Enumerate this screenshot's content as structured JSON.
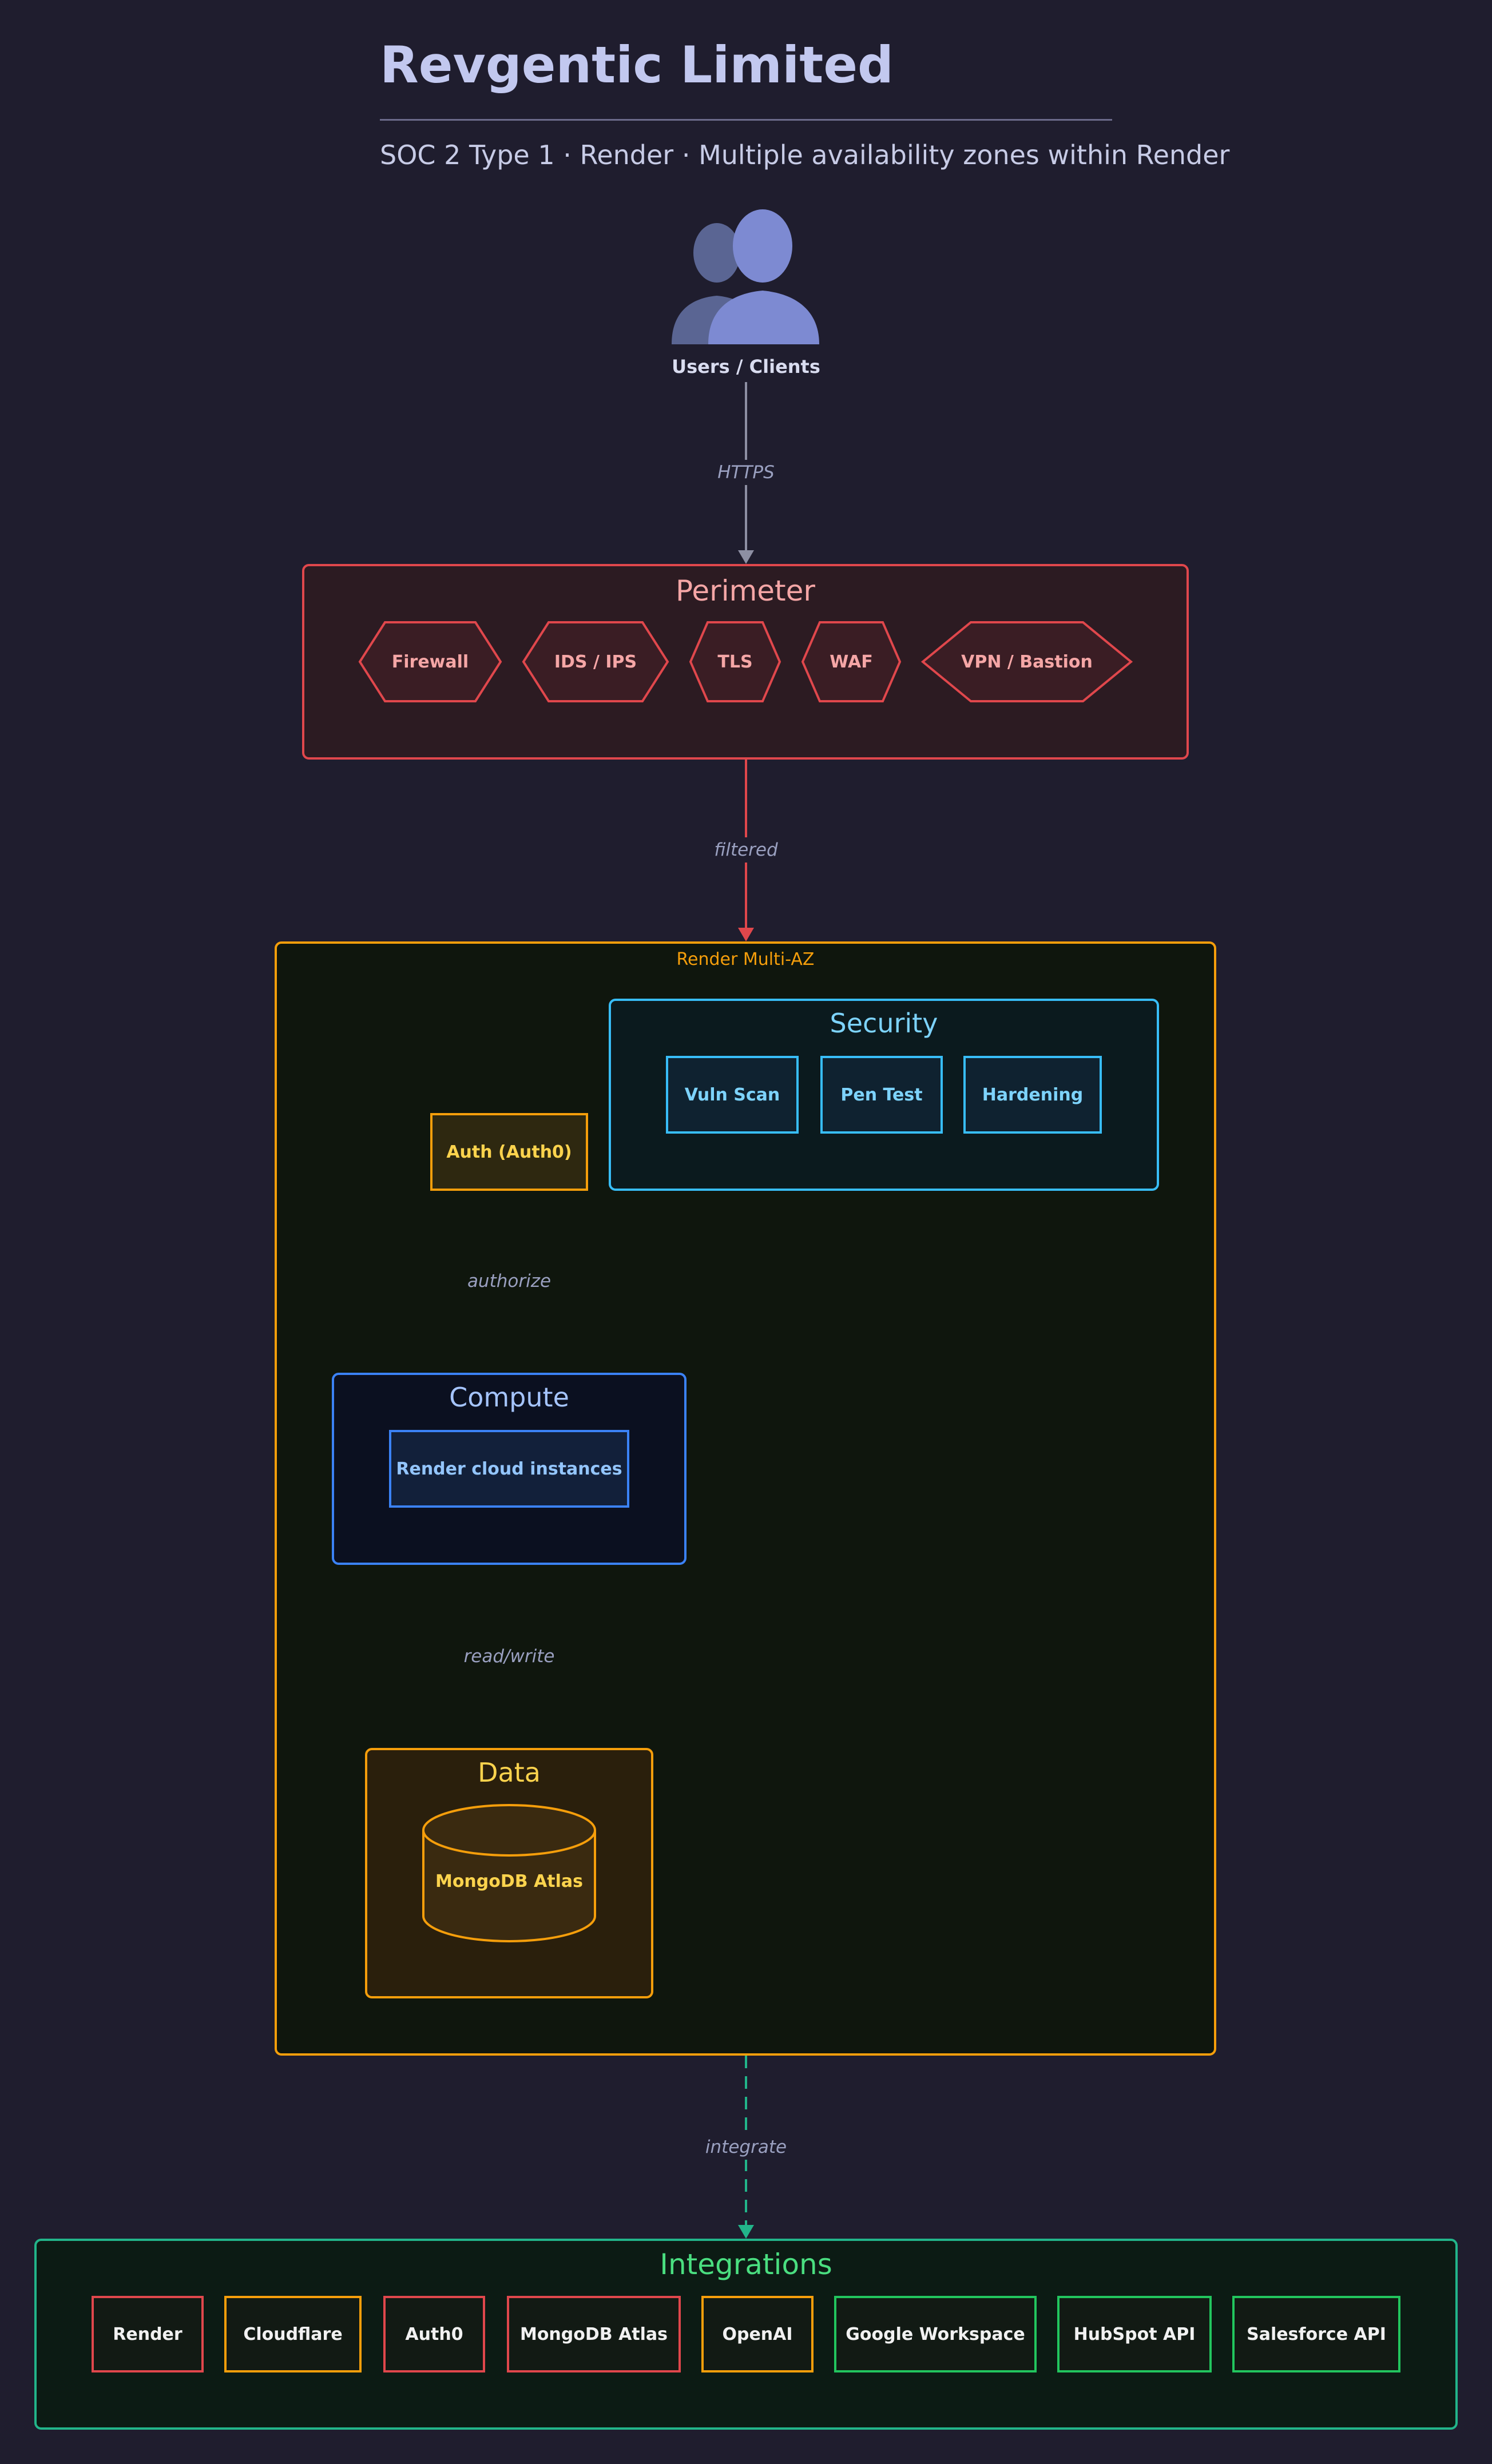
{
  "header": {
    "title": "Revgentic Limited",
    "subtitle": "SOC 2 Type 1 · Render · Multiple availability zones within Render"
  },
  "users": {
    "label": "Users / Clients",
    "icon": "users-icon"
  },
  "edges": {
    "https": "HTTPS",
    "filtered": "filtered",
    "authorize": "authorize",
    "read_write": "read/write",
    "integrate": "integrate"
  },
  "perimeter": {
    "title": "Perimeter",
    "items": [
      "Firewall",
      "IDS / IPS",
      "TLS",
      "WAF",
      "VPN / Bastion"
    ]
  },
  "zone": {
    "label": "Render Multi-AZ"
  },
  "security": {
    "title": "Security",
    "items": [
      "Vuln Scan",
      "Pen Test",
      "Hardening"
    ]
  },
  "auth": {
    "label": "Auth (Auth0)"
  },
  "compute": {
    "title": "Compute",
    "node": "Render cloud instances"
  },
  "data_group": {
    "title": "Data",
    "db": "MongoDB Atlas"
  },
  "integrations": {
    "title": "Integrations",
    "items": [
      "Render",
      "Cloudflare",
      "Auth0",
      "MongoDB Atlas",
      "OpenAI",
      "Google Workspace",
      "HubSpot API",
      "Salesforce API"
    ]
  },
  "colors": {
    "background": "#1f1d2e",
    "perimeter": "#e0474c",
    "zone": "#f59e0b",
    "security": "#38bdf8",
    "compute": "#3b82f6",
    "integrations": "#22c55e"
  }
}
